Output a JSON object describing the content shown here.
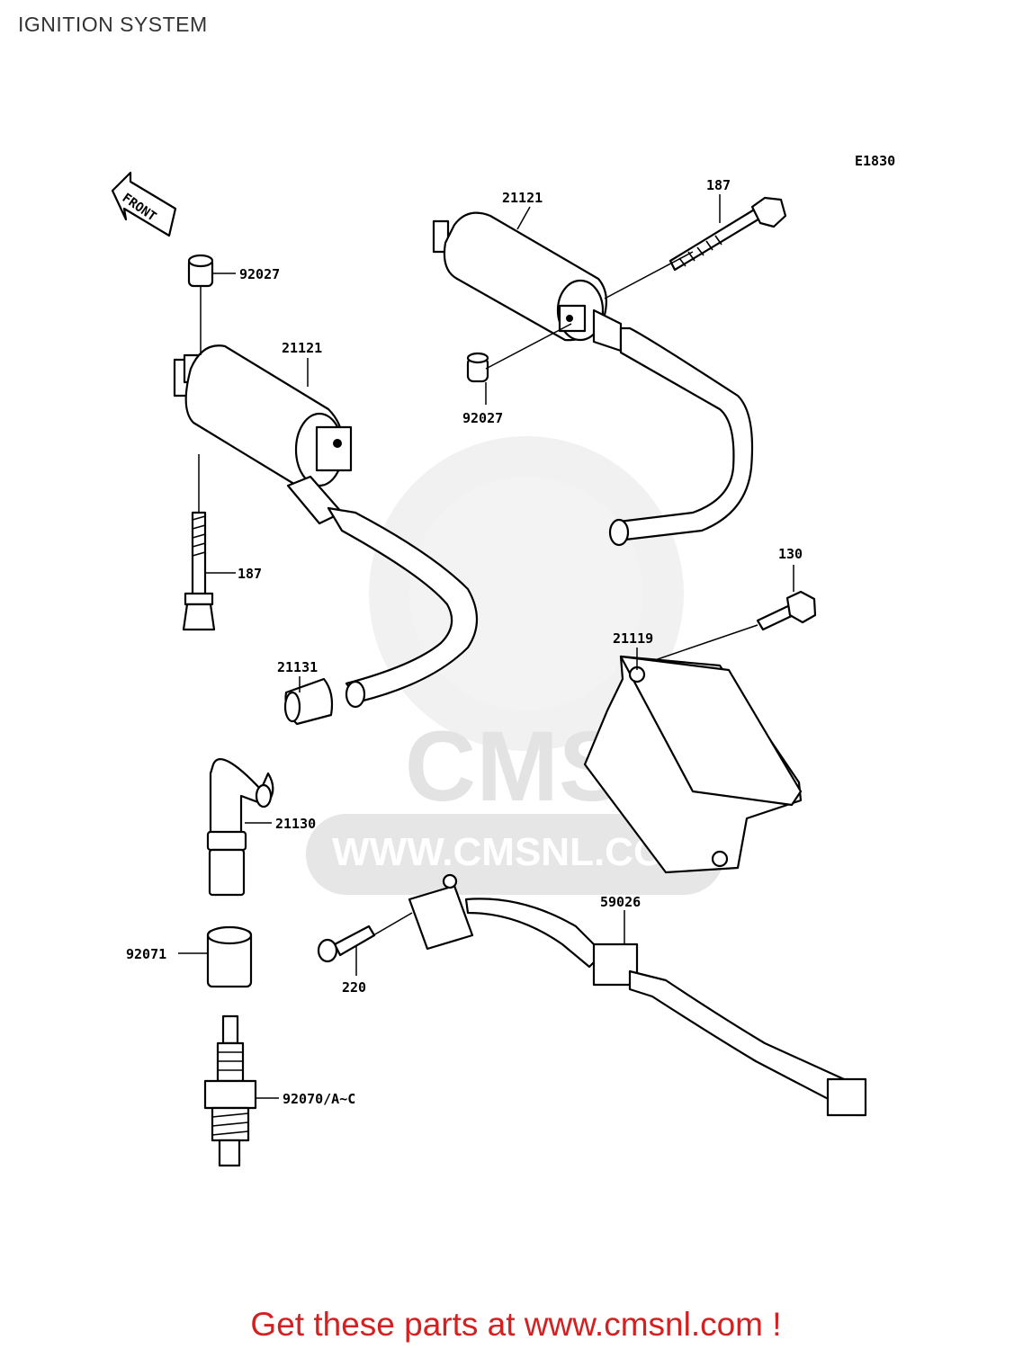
{
  "title": "IGNITION SYSTEM",
  "diagram_code": "E1830",
  "front_label": "FRONT",
  "watermark": {
    "brand": "CMS",
    "url": "WWW.CMSNL.COM"
  },
  "callouts": {
    "coil_top": "21121",
    "bolt_top": "187",
    "collar_left_top": "92027",
    "collar_right": "92027",
    "coil_left": "21121",
    "bolt_left": "187",
    "bolt_igniter": "130",
    "igniter": "21119",
    "cap_nut": "21131",
    "plug_cap": "21130",
    "pickup_coil": "59026",
    "boot": "92071",
    "screw_pickup": "220",
    "spark_plug": "92070/A~C"
  },
  "cta": "Get these parts at www.cmsnl.com !"
}
